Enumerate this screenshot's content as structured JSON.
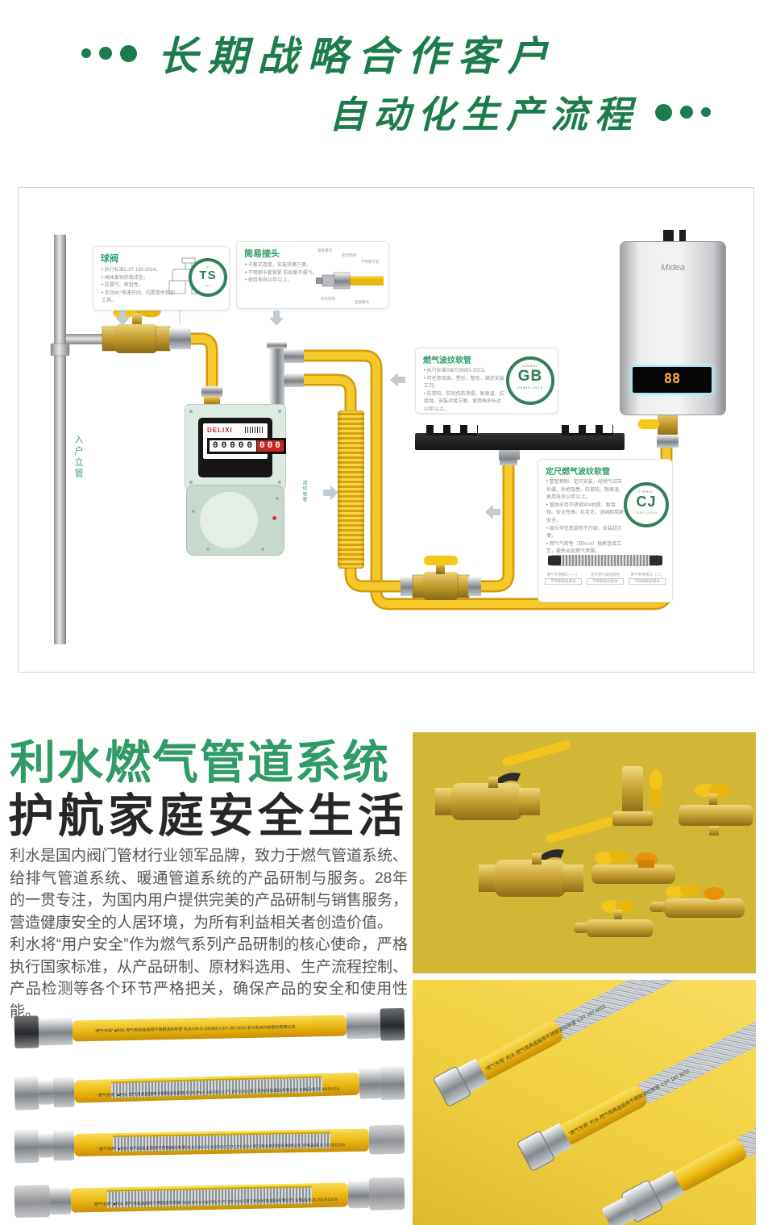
{
  "header": {
    "dot": "●",
    "line1": "长期战略合作客户",
    "line2": "自动化生产流程",
    "accent_color": "#1c7c4c"
  },
  "diagram": {
    "riser_label": "入户立管",
    "sleeve_label": "波纹软管",
    "meter": {
      "brand": "DELIXI",
      "counter_black": "00000",
      "counter_red": "000"
    },
    "heater": {
      "brand": "Midea",
      "display_value": "88"
    },
    "callouts": {
      "ball_valve": {
        "title": "球阀",
        "bullets": [
          "执行标准CJ/T 180-2014。",
          "阀体黄铜热锻成型。",
          "防漏气、密封性。",
          "手动90°快速开闭，内置管件拆卸工具。"
        ],
        "stamp_big": "TS"
      },
      "simple_joint": {
        "title": "简易接头",
        "bullets": [
          "卡套式连接，安装快捷方便。",
          "不锈钢卡套锁紧 防松脱不漏气。",
          "使用寿命10年以上。"
        ],
        "part_labels": [
          "锁紧螺母",
          "密封垫圈",
          "不锈钢卡套",
          "波纹软管",
          "连接螺母"
        ]
      },
      "corrugated_hose": {
        "title": "燃气波纹软管",
        "bullets": [
          "执行标准GB/T29993-2013。",
          "可任意弯曲、塑形、整形，满足安装工况。",
          "防鼠咬、防刮伤防渗漏，耐高温、抗腐蚀，安装对接方便，使用寿命长达10年以上。"
        ],
        "stamp_top": "LISHUI",
        "stamp_big": "GB",
        "stamp_bottom": "29993-2013"
      },
      "fixed_hose": {
        "title": "定尺燃气波纹软管",
        "bullets": [
          "整管预制、定尺安装，经燃气试压检漏，杜绝隐患，防鼠咬、耐高温，使用寿命10年以上。",
          "管体采用不锈钢304材质，耐腐蚀、安全性高、抗老化，坚固耐用更安全。",
          "接头可任意旋转不打结，安装超方便。",
          "燃气气密性（双N·m）独家连接工艺，避免出现燃气泄漏。"
        ],
        "stamp_top": "LISHUI",
        "stamp_big": "CJ",
        "stamp_bottom": "T197-2012",
        "part_labels": [
          {
            "line1": "燃气专用接口（一）",
            "line2": "不锈钢锁紧螺母"
          },
          {
            "line1": "定尺燃气波纹软管",
            "line2": "不锈钢波纹管体"
          },
          {
            "line1": "燃气专用接口（二）",
            "line2": "不锈钢锁紧螺母"
          }
        ]
      }
    }
  },
  "intro": {
    "title_green": "利水燃气管道系统",
    "title_black": "护航家庭安全生活",
    "para1": "利水是国内阀门管材行业领军品牌，致力于燃气管道系统、给排气管道系统、暖通管道系统的产品研制与服务。28年的一贯专注，为国内用户提供完美的产品研制与销售服务，营造健康安全的人居环境，为所有利益相关者创造价值。",
    "para2": "利水将“用户安全”作为燃气系列产品研制的核心使命，严格执行国家标准，从产品研制、原材料选用、生产流程控制、产品检测等各个环节严格把关，确保产品的安全和使用性能。"
  },
  "products": {
    "hose_prints": [
      "“燃气专用” ■利水 燃气用具连接用不锈钢波纹软管 RLB-DN-G-10(300) CJ/T 197-2012 浙江利水科技股份有限公司",
      "“燃气专用” ■利水 燃气用具连接用不锈钢波纹软管 RLB-DN-C-10(300) CJ/T 197-2012 浙江利水科技股份有限公司 合格品/批次 2019/1/18",
      "“燃气专用” ■利水 燃气用具连接用不锈钢波纹软管 RLB-DN-CS-10(500) CJ/T 197-2012 浙江利水科技股份有限公司 合格品/批次 2019/12/18",
      "“燃气专用” ■利水 燃气用具连接用不锈钢波纹软管 RLB-DN-S-10(300) CJ/T 197-2012 浙江利水科技股份有限公司 合格品/批次 2019/12/18"
    ],
    "photo_hose_print": "“燃气专用” 利水 燃气用具连接用不锈钢波纹软管 CJ/T 197-2012"
  }
}
